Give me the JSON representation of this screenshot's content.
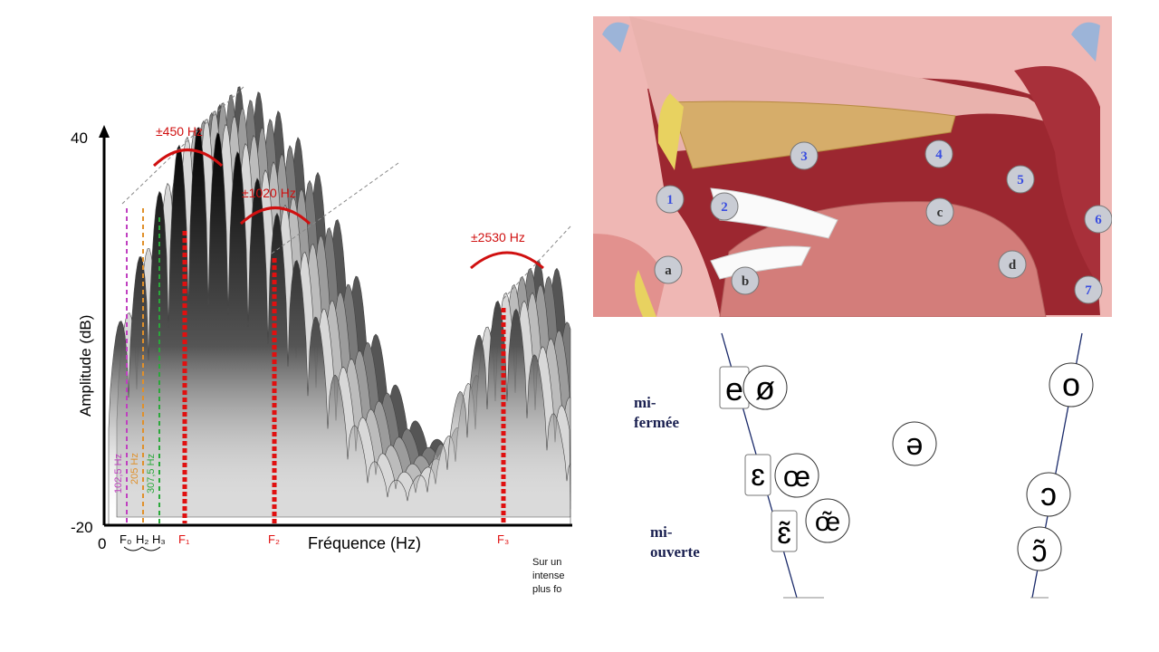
{
  "spectrum": {
    "y_axis_label": "Amplitude (dB)",
    "y_max": "40",
    "y_min": "-20",
    "x_origin": "0",
    "x_axis_label": "Fréquence (Hz)",
    "bandwidths": [
      "±450 Hz",
      "±1020 Hz",
      "±2530 Hz"
    ],
    "harmonic_freqs": [
      "102,5 Hz",
      "205 Hz",
      "307,5 Hz"
    ],
    "harmonic_labels": [
      "F₀",
      "H₂",
      "H₃"
    ],
    "formant_labels": [
      "F₁",
      "F₂",
      "F₃"
    ],
    "harmonic_colors": [
      "#c040c0",
      "#e0902a",
      "#2aa83a"
    ],
    "formant_color": "#e01010",
    "note_lines": [
      "Sur un",
      "intense",
      "plus fo"
    ]
  },
  "anatomy": {
    "markers": [
      "1",
      "2",
      "3",
      "4",
      "5",
      "6",
      "7",
      "a",
      "b",
      "c",
      "d"
    ]
  },
  "vowel_chart": {
    "label_mid_close": [
      "mi-",
      "fermée"
    ],
    "label_mid_open": [
      "mi-",
      "ouverte"
    ],
    "symbols": {
      "e": "e",
      "o_slash": "ø",
      "schwa": "ə",
      "o": "o",
      "epsilon": "ɛ",
      "oe": "œ",
      "open_o": "ɔ",
      "epsilon_nasal": "ɛ̃",
      "oe_nasal": "œ̃",
      "open_o_nasal": "ɔ̃"
    }
  }
}
